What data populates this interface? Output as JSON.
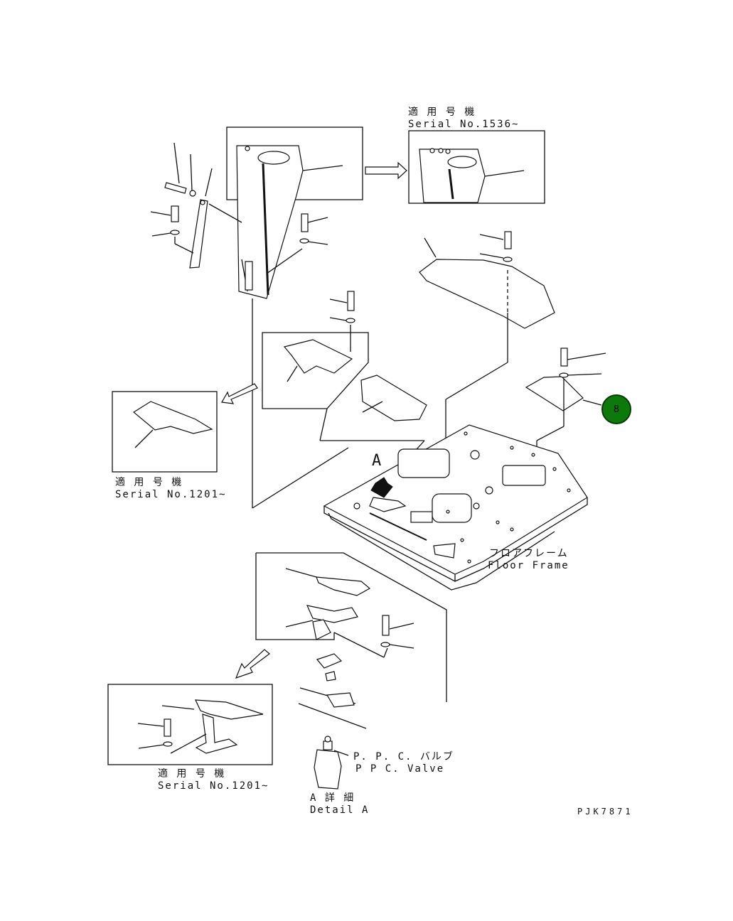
{
  "labels": {
    "serial_top": {
      "jp": "適 用 号 機",
      "en": "Serial No.1536~"
    },
    "serial_left": {
      "jp": "適 用 号 機",
      "en": "Serial No.1201~"
    },
    "serial_bottom": {
      "jp": "適 用 号 機",
      "en": "Serial No.1201~"
    },
    "floor_frame": {
      "jp": "フロアフレーム",
      "en": "Floor Frame"
    },
    "ppc_valve": {
      "jp": "P. P. C. バルブ",
      "en": "P P C. Valve"
    },
    "detail_a": {
      "jp": "A 詳 細",
      "en": "Detail A"
    },
    "arrow_a": "A",
    "drawing_code": "PJK7871"
  },
  "callouts": [
    {
      "number": "8",
      "color": "#0b7a0b"
    }
  ]
}
